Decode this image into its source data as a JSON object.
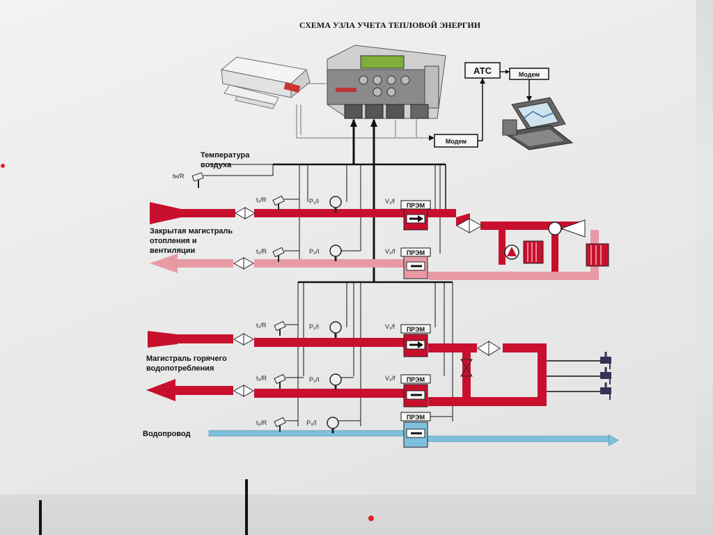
{
  "title": "СХЕМА УЗЛА УЧЕТА ТЕПЛОВОЙ ЭНЕРГИИ",
  "devices": {
    "ats": "АТС",
    "modem_top": "Модем",
    "modem_bottom": "Модем"
  },
  "labels": {
    "air_temp_line1": "Температура",
    "air_temp_line2": "воздуха",
    "air_sensor": "tн/R",
    "heating_line1": "Закрытая магистраль",
    "heating_line2": "отопления и",
    "heating_line3": "вентиляции",
    "hot_water_line1": "Магистраль горячего",
    "hot_water_line2": "водопотребления",
    "water_supply": "Водопровод"
  },
  "sensors": {
    "t1_heat": "t₁/R",
    "t2_heat": "t₂/R",
    "p1_heat": "P₁/I",
    "p2_heat": "P₂/I",
    "v1_heat": "V₁/f",
    "v2_heat": "V₂/f",
    "t1_hw": "t₁/R",
    "t2_hw": "t₂/R",
    "p1_hw": "P₁/I",
    "p2_hw": "P₂/I",
    "v1_hw": "V₁/f",
    "v2_hw": "V₂/f",
    "t_ws": "t₃/R",
    "p_ws": "P₃/I"
  },
  "meters": {
    "prem": "ПРЭМ"
  },
  "colors": {
    "supply_red": "#c8102e",
    "return_pink": "#e89aa4",
    "water_blue": "#7fc0dc",
    "line_black": "#111111"
  }
}
